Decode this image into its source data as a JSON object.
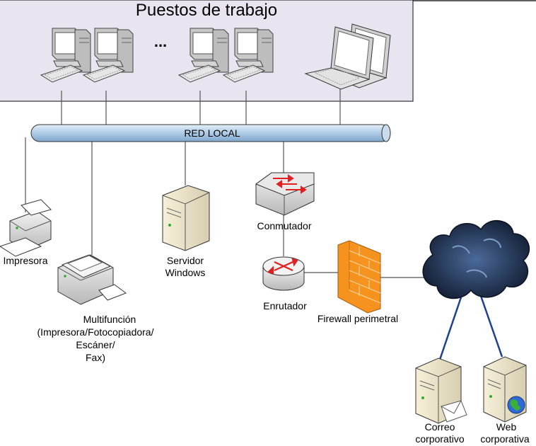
{
  "title": "Puestos de trabajo",
  "ellipsis": "...",
  "bus_label": "RED LOCAL",
  "labels": {
    "printer": "Impresora",
    "mfp": [
      "Multifunción",
      "(Impresora/Fotocopiadora/",
      "Escáner/",
      "Fax)"
    ],
    "server": [
      "Servidor",
      "Windows"
    ],
    "switch": "Conmutador",
    "router": "Enrutador",
    "firewall": "Firewall perimetral",
    "mail": [
      "Correo",
      "corporativo"
    ],
    "web": [
      "Web",
      "corporativa"
    ]
  },
  "colors": {
    "box_fill": "#eae4f0",
    "bus": "#aecbe6",
    "firewall": "#f6931f",
    "arrow": "#e02020",
    "cloud": "#1c2a44",
    "cloud_link": "#1f3f8f"
  },
  "icons": [
    "desktop-computer-icon",
    "laptop-icon",
    "printer-icon",
    "multifunction-printer-icon",
    "server-icon",
    "switch-icon",
    "router-icon",
    "firewall-icon",
    "cloud-icon",
    "mail-server-icon",
    "web-server-icon"
  ]
}
